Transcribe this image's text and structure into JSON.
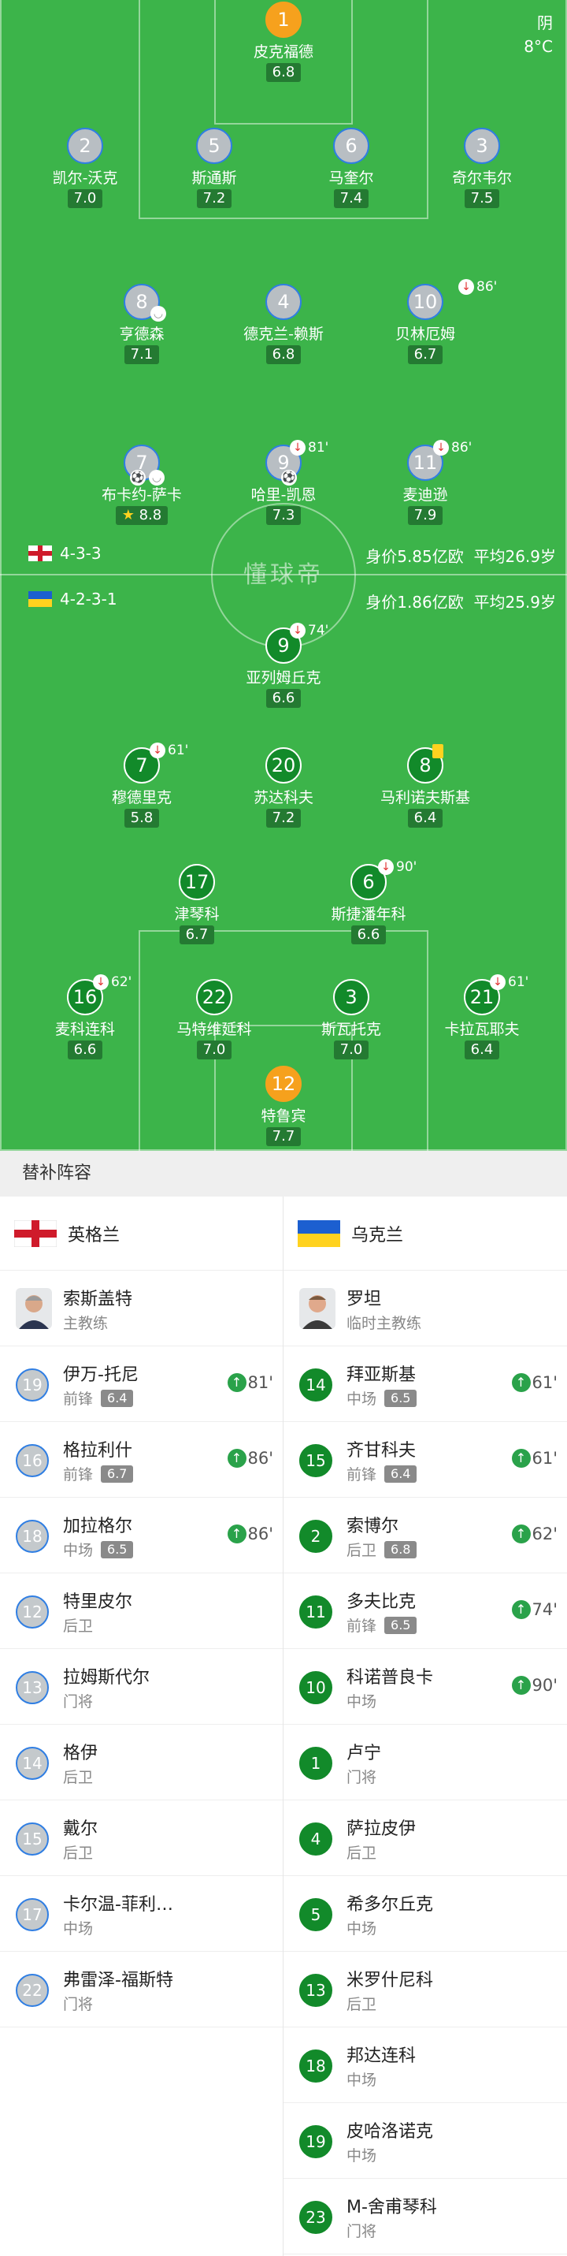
{
  "weather": {
    "condition": "阴",
    "temperature": "8°C"
  },
  "center_badge": "懂球帝",
  "england": {
    "formation": "4-3-3",
    "value": "身价5.85亿欧",
    "age": "平均26.9岁",
    "players": [
      {
        "num": "1",
        "name": "皮克福德",
        "rating": "6.8"
      },
      {
        "num": "2",
        "name": "凯尔-沃克",
        "rating": "7.0"
      },
      {
        "num": "5",
        "name": "斯通斯",
        "rating": "7.2"
      },
      {
        "num": "6",
        "name": "马奎尔",
        "rating": "7.4"
      },
      {
        "num": "3",
        "name": "奇尔韦尔",
        "rating": "7.5"
      },
      {
        "num": "8",
        "name": "亨德森",
        "rating": "7.1"
      },
      {
        "num": "4",
        "name": "德克兰-赖斯",
        "rating": "6.8"
      },
      {
        "num": "10",
        "name": "贝林厄姆",
        "rating": "6.7",
        "sub_off": "86'"
      },
      {
        "num": "7",
        "name": "布卡约-萨卡",
        "rating": "8.8"
      },
      {
        "num": "9",
        "name": "哈里-凯恩",
        "rating": "7.3",
        "sub_off": "81'"
      },
      {
        "num": "11",
        "name": "麦迪逊",
        "rating": "7.9",
        "sub_off": "86'"
      }
    ]
  },
  "ukraine": {
    "formation": "4-2-3-1",
    "value": "身价1.86亿欧",
    "age": "平均25.9岁",
    "players": [
      {
        "num": "9",
        "name": "亚列姆丘克",
        "rating": "6.6",
        "sub_off": "74'"
      },
      {
        "num": "7",
        "name": "穆德里克",
        "rating": "5.8",
        "sub_off": "61'"
      },
      {
        "num": "20",
        "name": "苏达科夫",
        "rating": "7.2"
      },
      {
        "num": "8",
        "name": "马利诺夫斯基",
        "rating": "6.4"
      },
      {
        "num": "17",
        "name": "津琴科",
        "rating": "6.7"
      },
      {
        "num": "6",
        "name": "斯捷潘年科",
        "rating": "6.6",
        "sub_off": "90'"
      },
      {
        "num": "16",
        "name": "麦科连科",
        "rating": "6.6",
        "sub_off": "62'"
      },
      {
        "num": "22",
        "name": "马特维延科",
        "rating": "7.0"
      },
      {
        "num": "3",
        "name": "斯瓦托克",
        "rating": "7.0"
      },
      {
        "num": "21",
        "name": "卡拉瓦耶夫",
        "rating": "6.4",
        "sub_off": "61'"
      },
      {
        "num": "12",
        "name": "特鲁宾",
        "rating": "7.7"
      }
    ]
  },
  "subs": {
    "title": "替补阵容",
    "left": {
      "team": "英格兰",
      "coach": {
        "name": "索斯盖特",
        "role": "主教练"
      },
      "players": [
        {
          "num": "19",
          "name": "伊万-托尼",
          "pos": "前锋",
          "rating": "6.4",
          "in": "81'"
        },
        {
          "num": "16",
          "name": "格拉利什",
          "pos": "前锋",
          "rating": "6.7",
          "in": "86'"
        },
        {
          "num": "18",
          "name": "加拉格尔",
          "pos": "中场",
          "rating": "6.5",
          "in": "86'"
        },
        {
          "num": "12",
          "name": "特里皮尔",
          "pos": "后卫"
        },
        {
          "num": "13",
          "name": "拉姆斯代尔",
          "pos": "门将"
        },
        {
          "num": "14",
          "name": "格伊",
          "pos": "后卫"
        },
        {
          "num": "15",
          "name": "戴尔",
          "pos": "后卫"
        },
        {
          "num": "17",
          "name": "卡尔温-菲利…",
          "pos": "中场"
        },
        {
          "num": "22",
          "name": "弗雷泽-福斯特",
          "pos": "门将"
        }
      ]
    },
    "right": {
      "team": "乌克兰",
      "coach": {
        "name": "罗坦",
        "role": "临时主教练"
      },
      "players": [
        {
          "num": "14",
          "name": "拜亚斯基",
          "pos": "中场",
          "rating": "6.5",
          "in": "61'"
        },
        {
          "num": "15",
          "name": "齐甘科夫",
          "pos": "前锋",
          "rating": "6.4",
          "in": "61'"
        },
        {
          "num": "2",
          "name": "索博尔",
          "pos": "后卫",
          "rating": "6.8",
          "in": "62'"
        },
        {
          "num": "11",
          "name": "多夫比克",
          "pos": "前锋",
          "rating": "6.5",
          "in": "74'"
        },
        {
          "num": "10",
          "name": "科诺普良卡",
          "pos": "中场",
          "in": "90'"
        },
        {
          "num": "1",
          "name": "卢宁",
          "pos": "门将"
        },
        {
          "num": "4",
          "name": "萨拉皮伊",
          "pos": "后卫"
        },
        {
          "num": "5",
          "name": "希多尔丘克",
          "pos": "中场"
        },
        {
          "num": "13",
          "name": "米罗什尼科",
          "pos": "后卫"
        },
        {
          "num": "18",
          "name": "邦达连科",
          "pos": "中场"
        },
        {
          "num": "19",
          "name": "皮哈洛诺克",
          "pos": "中场"
        },
        {
          "num": "23",
          "name": "M-舍甫琴科",
          "pos": "门将"
        }
      ]
    }
  }
}
